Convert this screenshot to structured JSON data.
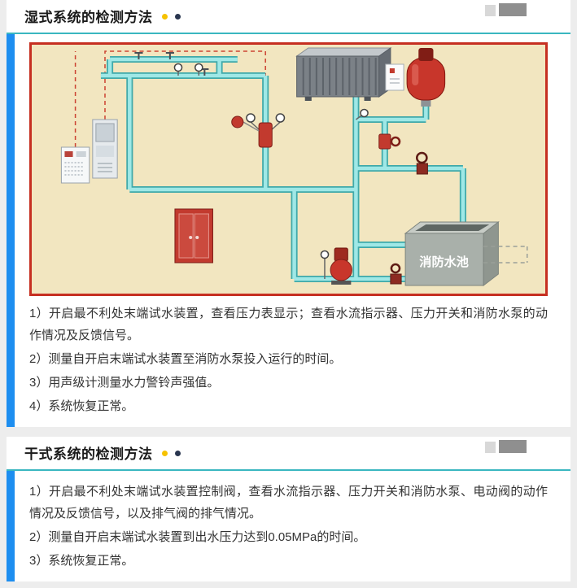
{
  "sections": [
    {
      "title": "湿式系统的检测方法",
      "items": [
        "1）开启最不利处末端试水装置，查看压力表显示；查看水流指示器、压力开关和消防水泵的动作情况及反馈信号。",
        "2）测量自开启末端试水装置至消防水泵投入运行的时间。",
        "3）用声级计测量水力警铃声强值。",
        "4）系统恢复正常。"
      ]
    },
    {
      "title": "干式系统的检测方法",
      "items": [
        "1）开启最不利处末端试水装置控制阀，查看水流指示器、压力开关和消防水泵、电动阀的动作情况及反馈信号，以及排气阀的排气情况。",
        "2）测量自开启末端试水装置到出水压力达到0.05MPa的时间。",
        "3）系统恢复正常。"
      ]
    }
  ],
  "diagram": {
    "tank_label": "消防水池"
  },
  "colors": {
    "accent_bar": "#1d8ef0",
    "divider": "#3ab7c0",
    "dot_yellow": "#f6c200",
    "dot_dark": "#29364f",
    "diagram_bg": "#f2e6c0",
    "diagram_border": "#c62f21",
    "pipe": "#9fe8e6"
  }
}
